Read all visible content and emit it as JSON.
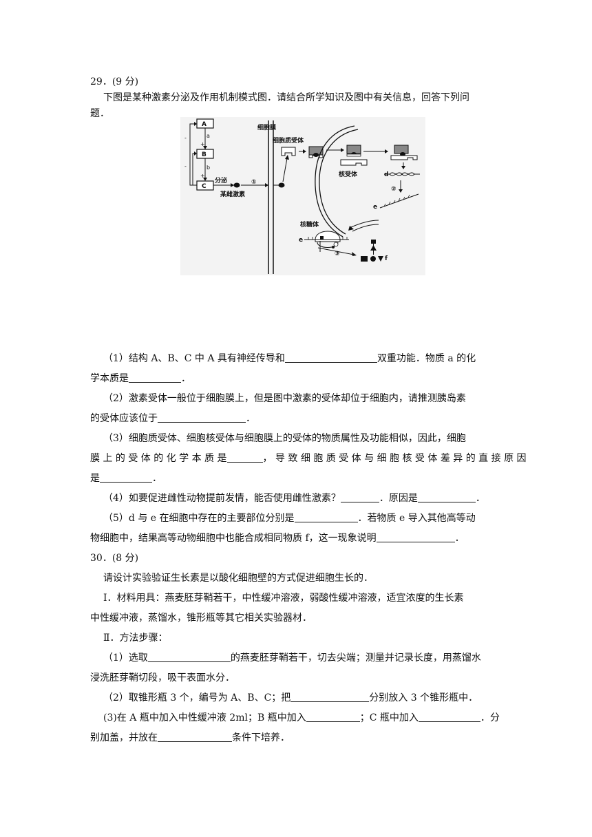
{
  "q29": {
    "heading": "29．(9 分)",
    "intro_1": "下图是某种激素分泌及作用机制模式图．请结合所学知识及图中有关信息，回答下列问",
    "intro_2": "题．",
    "figure": {
      "box_a": "A",
      "box_b": "B",
      "box_c": "C",
      "label_a": "a",
      "label_b": "b",
      "plus": "+",
      "minus": "-",
      "secrete": "分泌",
      "hormone": "某雌激素",
      "membrane": "细胞膜",
      "cyto_receptor": "细胞质受体",
      "nuclear_receptor": "核受体",
      "ribosome": "核糖体",
      "step1": "①",
      "step2": "②",
      "step3": "③",
      "d": "d",
      "e": "e",
      "e2": "e",
      "f": "f"
    },
    "p1_a": "（1）结构 A、B、C 中 A 具有神经传导和",
    "p1_b": "双重功能．物质 a 的化",
    "p1_c": "学本质是",
    "p1_d": "．",
    "p2_a": "（2）激素受体一般位于细胞膜上，但是图中激素的受体却位于细胞内，请推测胰岛素",
    "p2_b": "的受体应该位于",
    "p2_c": "．",
    "p3_a": "（3）细胞质受体、细胞核受体与细胞膜上的受体的物质属性及功能相似，因此，细胞",
    "p3_b": "膜 上 的 受 体 的 化 学 本 质 是",
    "p3_c": "， 导 致 细 胞 质 受 体 与 细 胞 核 受 体 差 异 的 直 接 原 因",
    "p3_d": "是",
    "p3_e": "．",
    "p4_a": "（4）如要促进雌性动物提前发情，能否使用雌性激素？",
    "p4_b": "．原因是",
    "p4_c": "．",
    "p5_a": "（5）d 与 e 在细胞中存在的主要部位分别是",
    "p5_b": "．若物质 e 导入其他高等动",
    "p5_c": "物细胞中，结果高等动物细胞中也能合成相同物质 f，这一现象说明",
    "p5_d": "．"
  },
  "q30": {
    "heading": "30．(8 分)",
    "intro": "请设计实验验证生长素是以酸化细胞壁的方式促进细胞生长的．",
    "m1": "Ⅰ．材料用具：燕麦胚芽鞘若干，中性缓冲溶液，弱酸性缓冲溶液，适宜浓度的生长素",
    "m2": "中性缓冲液，蒸馏水，锥形瓶等其它相关实验器材．",
    "s_head": "Ⅱ．方法步骤：",
    "s1_a": "（1）选取",
    "s1_b": "的燕麦胚芽鞘若干，切去尖端；测量并记录长度，用蒸馏水",
    "s1_c": "浸洗胚芽鞘切段，吸干表面水分．",
    "s2_a": "（2）取锥形瓶 3 个，编号为 A、B、C；把",
    "s2_b": "分别放入 3 个锥形瓶中．",
    "s3_a": "(3)在 A 瓶中加入中性缓冲液 2ml；B 瓶中加入",
    "s3_b": "；C 瓶中加入",
    "s3_c": "．分",
    "s3_d": "别加盖，并放在",
    "s3_e": "条件下培养．"
  }
}
